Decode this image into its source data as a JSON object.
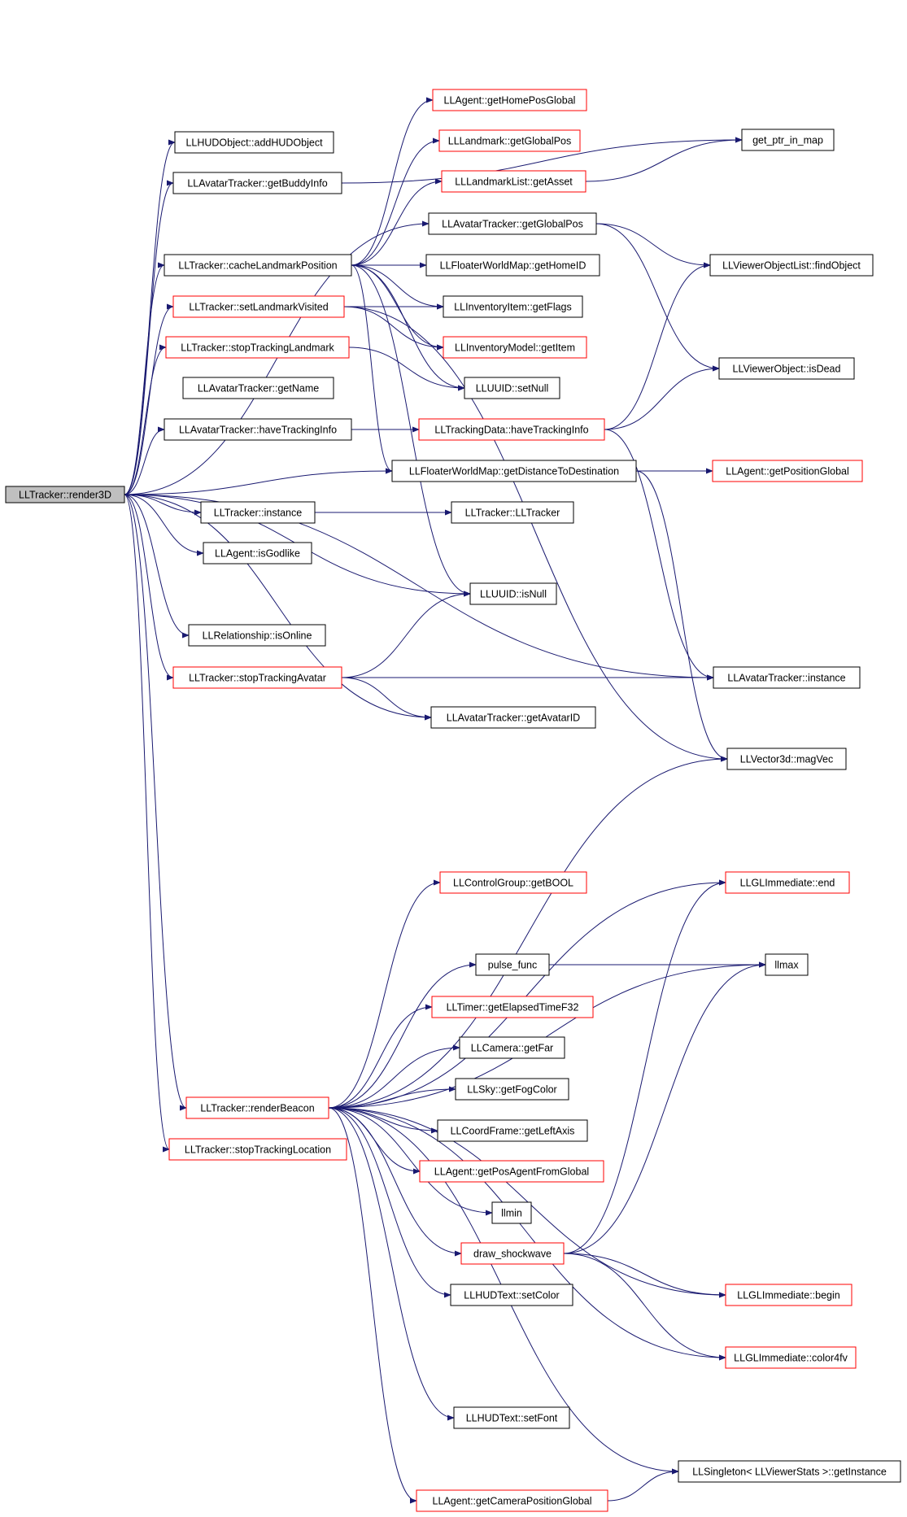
{
  "graph": {
    "edge_color": "#191970",
    "border_normal": "#000000",
    "border_red": "#ff0000",
    "root_fill": "#bfbfbf",
    "nodes": [
      {
        "id": "render3d",
        "label": "LLTracker::render3D",
        "style": "root"
      },
      {
        "id": "addHUDObject",
        "label": "LLHUDObject::addHUDObject",
        "style": "normal"
      },
      {
        "id": "getBuddyInfo",
        "label": "LLAvatarTracker::getBuddyInfo",
        "style": "normal"
      },
      {
        "id": "cacheLandmarkPosition",
        "label": "LLTracker::cacheLandmarkPosition",
        "style": "normal"
      },
      {
        "id": "setLandmarkVisited",
        "label": "LLTracker::setLandmarkVisited",
        "style": "red"
      },
      {
        "id": "stopTrackingLandmark",
        "label": "LLTracker::stopTrackingLandmark",
        "style": "red"
      },
      {
        "id": "getName",
        "label": "LLAvatarTracker::getName",
        "style": "normal"
      },
      {
        "id": "haveTrackingInfoAT",
        "label": "LLAvatarTracker::haveTrackingInfo",
        "style": "normal"
      },
      {
        "id": "instanceT",
        "label": "LLTracker::instance",
        "style": "normal"
      },
      {
        "id": "isGodlike",
        "label": "LLAgent::isGodlike",
        "style": "normal"
      },
      {
        "id": "isOnline",
        "label": "LLRelationship::isOnline",
        "style": "normal"
      },
      {
        "id": "stopTrackingAvatar",
        "label": "LLTracker::stopTrackingAvatar",
        "style": "red"
      },
      {
        "id": "renderBeacon",
        "label": "LLTracker::renderBeacon",
        "style": "red"
      },
      {
        "id": "stopTrackingLocation",
        "label": "LLTracker::stopTrackingLocation",
        "style": "red"
      },
      {
        "id": "getHomePosGlobal",
        "label": "LLAgent::getHomePosGlobal",
        "style": "red"
      },
      {
        "id": "getGlobalPosLM",
        "label": "LLLandmark::getGlobalPos",
        "style": "red"
      },
      {
        "id": "getAsset",
        "label": "LLLandmarkList::getAsset",
        "style": "red"
      },
      {
        "id": "getGlobalPosAT",
        "label": "LLAvatarTracker::getGlobalPos",
        "style": "normal"
      },
      {
        "id": "getHomeID",
        "label": "LLFloaterWorldMap::getHomeID",
        "style": "normal"
      },
      {
        "id": "getFlags",
        "label": "LLInventoryItem::getFlags",
        "style": "normal"
      },
      {
        "id": "getItem",
        "label": "LLInventoryModel::getItem",
        "style": "red"
      },
      {
        "id": "setNull",
        "label": "LLUUID::setNull",
        "style": "normal"
      },
      {
        "id": "haveTrackingInfoTD",
        "label": "LLTrackingData::haveTrackingInfo",
        "style": "red"
      },
      {
        "id": "getDistanceToDestination",
        "label": "LLFloaterWorldMap::getDistanceToDestination",
        "style": "normal"
      },
      {
        "id": "LLTrackerCtor",
        "label": "LLTracker::LLTracker",
        "style": "normal"
      },
      {
        "id": "isNull",
        "label": "LLUUID::isNull",
        "style": "normal"
      },
      {
        "id": "getAvatarID",
        "label": "LLAvatarTracker::getAvatarID",
        "style": "normal"
      },
      {
        "id": "getPtrInMap",
        "label": "get_ptr_in_map",
        "style": "normal"
      },
      {
        "id": "findObject",
        "label": "LLViewerObjectList::findObject",
        "style": "normal"
      },
      {
        "id": "isDead",
        "label": "LLViewerObject::isDead",
        "style": "normal"
      },
      {
        "id": "getPositionGlobal",
        "label": "LLAgent::getPositionGlobal",
        "style": "red"
      },
      {
        "id": "instanceAT",
        "label": "LLAvatarTracker::instance",
        "style": "normal"
      },
      {
        "id": "magVec",
        "label": "LLVector3d::magVec",
        "style": "normal"
      },
      {
        "id": "getBOOL",
        "label": "LLControlGroup::getBOOL",
        "style": "red"
      },
      {
        "id": "pulseFunc",
        "label": "pulse_func",
        "style": "normal"
      },
      {
        "id": "getElapsedTimeF32",
        "label": "LLTimer::getElapsedTimeF32",
        "style": "red"
      },
      {
        "id": "getFar",
        "label": "LLCamera::getFar",
        "style": "normal"
      },
      {
        "id": "getFogColor",
        "label": "LLSky::getFogColor",
        "style": "normal"
      },
      {
        "id": "getLeftAxis",
        "label": "LLCoordFrame::getLeftAxis",
        "style": "normal"
      },
      {
        "id": "getPosAgentFromGlobal",
        "label": "LLAgent::getPosAgentFromGlobal",
        "style": "red"
      },
      {
        "id": "llmin",
        "label": "llmin",
        "style": "normal"
      },
      {
        "id": "drawShockwave",
        "label": "draw_shockwave",
        "style": "red"
      },
      {
        "id": "setColor",
        "label": "LLHUDText::setColor",
        "style": "normal"
      },
      {
        "id": "setFont",
        "label": "LLHUDText::setFont",
        "style": "normal"
      },
      {
        "id": "getCameraPositionGlobal",
        "label": "LLAgent::getCameraPositionGlobal",
        "style": "red"
      },
      {
        "id": "glEnd",
        "label": "LLGLImmediate::end",
        "style": "red"
      },
      {
        "id": "llmax",
        "label": "llmax",
        "style": "normal"
      },
      {
        "id": "glBegin",
        "label": "LLGLImmediate::begin",
        "style": "red"
      },
      {
        "id": "color4fv",
        "label": "LLGLImmediate::color4fv",
        "style": "red"
      },
      {
        "id": "getInstanceStats",
        "label": "LLSingleton< LLViewerStats >::getInstance",
        "style": "normal"
      }
    ],
    "edges": [
      [
        "render3d",
        "addHUDObject"
      ],
      [
        "render3d",
        "getBuddyInfo"
      ],
      [
        "render3d",
        "getGlobalPosAT"
      ],
      [
        "render3d",
        "cacheLandmarkPosition"
      ],
      [
        "render3d",
        "setLandmarkVisited"
      ],
      [
        "render3d",
        "stopTrackingLandmark"
      ],
      [
        "render3d",
        "haveTrackingInfoAT"
      ],
      [
        "render3d",
        "getDistanceToDestination"
      ],
      [
        "render3d",
        "instanceT"
      ],
      [
        "render3d",
        "isGodlike"
      ],
      [
        "render3d",
        "isNull"
      ],
      [
        "render3d",
        "isOnline"
      ],
      [
        "render3d",
        "stopTrackingAvatar"
      ],
      [
        "render3d",
        "getAvatarID"
      ],
      [
        "render3d",
        "instanceAT"
      ],
      [
        "render3d",
        "renderBeacon"
      ],
      [
        "render3d",
        "stopTrackingLocation"
      ],
      [
        "getBuddyInfo",
        "getPtrInMap"
      ],
      [
        "cacheLandmarkPosition",
        "getHomePosGlobal"
      ],
      [
        "cacheLandmarkPosition",
        "getGlobalPosLM"
      ],
      [
        "cacheLandmarkPosition",
        "getAsset"
      ],
      [
        "cacheLandmarkPosition",
        "getHomeID"
      ],
      [
        "cacheLandmarkPosition",
        "getFlags"
      ],
      [
        "cacheLandmarkPosition",
        "getItem"
      ],
      [
        "cacheLandmarkPosition",
        "setNull"
      ],
      [
        "cacheLandmarkPosition",
        "getDistanceToDestination"
      ],
      [
        "cacheLandmarkPosition",
        "isNull"
      ],
      [
        "setLandmarkVisited",
        "getFlags"
      ],
      [
        "setLandmarkVisited",
        "getItem"
      ],
      [
        "setLandmarkVisited",
        "magVec"
      ],
      [
        "stopTrackingLandmark",
        "setNull"
      ],
      [
        "haveTrackingInfoAT",
        "haveTrackingInfoTD"
      ],
      [
        "getAsset",
        "getPtrInMap"
      ],
      [
        "getGlobalPosAT",
        "findObject"
      ],
      [
        "getGlobalPosAT",
        "isDead"
      ],
      [
        "haveTrackingInfoTD",
        "findObject"
      ],
      [
        "haveTrackingInfoTD",
        "isDead"
      ],
      [
        "haveTrackingInfoTD",
        "instanceAT"
      ],
      [
        "getDistanceToDestination",
        "getPositionGlobal"
      ],
      [
        "getDistanceToDestination",
        "magVec"
      ],
      [
        "instanceT",
        "LLTrackerCtor"
      ],
      [
        "stopTrackingAvatar",
        "isNull"
      ],
      [
        "stopTrackingAvatar",
        "instanceAT"
      ],
      [
        "stopTrackingAvatar",
        "getAvatarID"
      ],
      [
        "renderBeacon",
        "magVec"
      ],
      [
        "renderBeacon",
        "glEnd"
      ],
      [
        "renderBeacon",
        "getBOOL"
      ],
      [
        "renderBeacon",
        "llmax"
      ],
      [
        "renderBeacon",
        "pulseFunc"
      ],
      [
        "renderBeacon",
        "getElapsedTimeF32"
      ],
      [
        "renderBeacon",
        "getFar"
      ],
      [
        "renderBeacon",
        "getFogColor"
      ],
      [
        "renderBeacon",
        "getLeftAxis"
      ],
      [
        "renderBeacon",
        "getPosAgentFromGlobal"
      ],
      [
        "renderBeacon",
        "llmin"
      ],
      [
        "renderBeacon",
        "drawShockwave"
      ],
      [
        "renderBeacon",
        "setColor"
      ],
      [
        "renderBeacon",
        "glBegin"
      ],
      [
        "renderBeacon",
        "color4fv"
      ],
      [
        "renderBeacon",
        "setFont"
      ],
      [
        "renderBeacon",
        "getInstanceStats"
      ],
      [
        "renderBeacon",
        "getCameraPositionGlobal"
      ],
      [
        "pulseFunc",
        "llmax"
      ],
      [
        "drawShockwave",
        "glEnd"
      ],
      [
        "drawShockwave",
        "llmax"
      ],
      [
        "drawShockwave",
        "glBegin"
      ],
      [
        "drawShockwave",
        "color4fv"
      ],
      [
        "getCameraPositionGlobal",
        "getInstanceStats"
      ]
    ]
  }
}
